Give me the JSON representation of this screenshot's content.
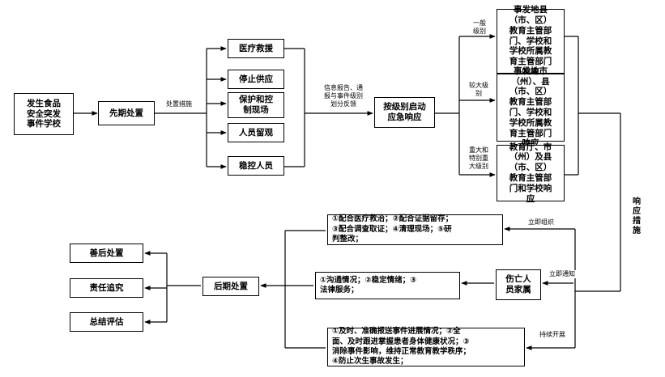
{
  "nodes": {
    "origin": "发生食品\n安全突发\n事件学校",
    "initial_response": "先期处置",
    "medical_rescue": "医疗救援",
    "stop_supply": "停止供应",
    "protect_site": "保护和控\n制现场",
    "personnel_stay": "人员留观",
    "stabilize_people": "稳控人员",
    "level_response": "按级别启动\n应急响应",
    "general_dept": "事发地县\n（市、区）\n教育主管部\n门、学校和\n学校所属教\n育主管部门\n响应",
    "major_dept": "事发地市\n（州）、县\n（市、区）\n教育主管部\n门、学校和\n学校所属教\n育主管部门\n响应",
    "severe_dept": "教育厅、市\n（州）及县\n（市、区）\n教育主管部\n门和学校响\n应",
    "post_handling": "后期处置",
    "aftermath": "善后处置",
    "accountability": "责任追究",
    "evaluation": "总结评估",
    "victims_family": "伤亡人\n员家属",
    "task_medical": "①配合医疗救治；②配合证据留存；\n③配合调查取证；④清理现场；⑤研\n判整改；",
    "task_family": "①沟通情况；②稳定情绪；③\n法律服务；",
    "task_ongoing": "①及时、准确报送事件进展情况；②全\n面、及时跟进掌握患者身体健康状况；③\n消除事件影响，维持正常教育教学秩序；\n④防止次生事故发生；"
  },
  "edge_labels": {
    "measures": "处置措施",
    "report": "信息报告、通\n报与事件级别\n划分反馈",
    "level_general": "一般\n级别",
    "level_major": "较大级\n别",
    "level_severe": "重大和\n特别重\n大级别",
    "response_measures": "响\n应\n措\n施",
    "organize_now": "立即组织",
    "notify_now": "立即通知",
    "continue": "持续开展"
  }
}
